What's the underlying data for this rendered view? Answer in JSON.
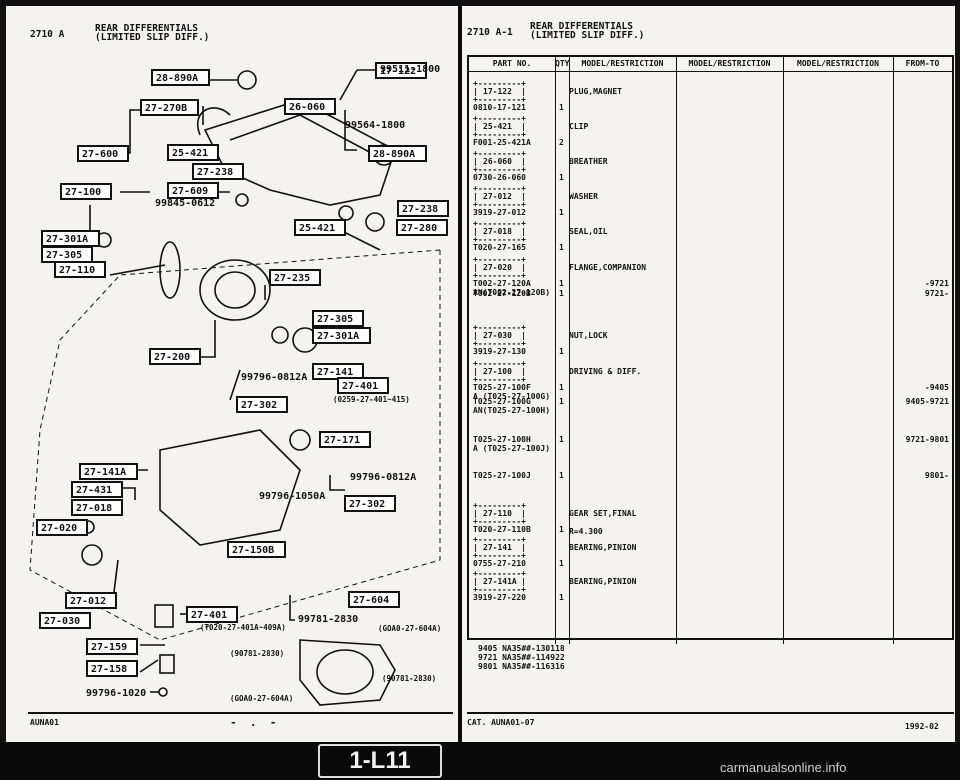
{
  "left_page": {
    "code": "2710 A",
    "title_line1": "REAR DIFFERENTIALS",
    "title_line2": "(LIMITED SLIP DIFF.)",
    "footer_left": "AUNA01",
    "footer_marks": "-  .  -"
  },
  "right_page": {
    "code": "2710 A-1",
    "title_line1": "REAR DIFFERENTIALS",
    "title_line2": "(LIMITED SLIP DIFF.)",
    "footer_cat": "CAT. AUNA01-07",
    "footer_date": "1992-02"
  },
  "diagram": {
    "boxes": [
      "28-890A",
      "17-122",
      "27-270B",
      "26-060",
      "27-600",
      "25-421",
      "27-238",
      "28-890A",
      "27-100",
      "27-609",
      "27-238",
      "25-421",
      "27-280",
      "27-301A",
      "27-305",
      "27-110",
      "27-235",
      "27-305",
      "27-301A",
      "27-200",
      "27-141",
      "27-401",
      "27-302",
      "27-171",
      "27-141A",
      "27-431",
      "27-018",
      "27-020",
      "27-302",
      "27-150B",
      "27-012",
      "27-030",
      "27-401",
      "27-604",
      "27-159",
      "27-158"
    ],
    "texts": [
      "99511-1800",
      "99564-1800",
      "99845-0612",
      "99796-0812A",
      "(0259-27-401~415)",
      "99796-0812A",
      "99796-1050A",
      "99781-2830",
      "(T020-27-401A~409A)",
      "(GOA0-27-604A)",
      "(90781-2830)",
      "(90781-2830)",
      "(GOA0-27-604A)",
      "99796-1020"
    ]
  },
  "table": {
    "headers": [
      "PART NO.",
      "QTY",
      "MODEL/RESTRICTION",
      "MODEL/RESTRICTION",
      "MODEL/RESTRICTION",
      "FROM-TO"
    ],
    "rows": [
      {
        "ref": "17-122",
        "part": "0810-17-121",
        "qty": "1",
        "desc": "PLUG,MAGNET",
        "from": ""
      },
      {
        "ref": "25-421",
        "part": "F001-25-421A",
        "qty": "2",
        "desc": "CLIP",
        "from": ""
      },
      {
        "ref": "26-060",
        "part": "0730-26-060",
        "qty": "1",
        "desc": "BREATHER",
        "from": ""
      },
      {
        "ref": "27-012",
        "part": "3919-27-012",
        "qty": "1",
        "desc": "WASHER",
        "from": ""
      },
      {
        "ref": "27-018",
        "part": "T020-27-165",
        "qty": "1",
        "desc": "SEAL,OIL",
        "from": ""
      },
      {
        "ref": "27-020",
        "part": "T002-27-120A",
        "qty": "1",
        "desc": "FLANGE,COMPANION",
        "from": "-9721",
        "part2": "AN(T002-27-120B)"
      },
      {
        "ref": "",
        "part": "T002-27-120B",
        "qty": "1",
        "desc": "",
        "from": "9721-"
      },
      {
        "ref": "27-030",
        "part": "3919-27-130",
        "qty": "1",
        "desc": "NUT,LOCK",
        "from": ""
      },
      {
        "ref": "27-100",
        "part": "T025-27-100F",
        "qty": "1",
        "desc": "DRIVING & DIFF.",
        "from": "-9405",
        "part2": "A (T025-27-100G)"
      },
      {
        "ref": "",
        "part": "T025-27-100G",
        "qty": "1",
        "desc": "",
        "from": "9405-9721",
        "part2": "AN(T025-27-100H)"
      },
      {
        "ref": "",
        "part": "T025-27-100H",
        "qty": "1",
        "desc": "",
        "from": "9721-9801",
        "part2": "A (T025-27-100J)"
      },
      {
        "ref": "",
        "part": "T025-27-100J",
        "qty": "1",
        "desc": "",
        "from": "9801-"
      },
      {
        "ref": "27-110",
        "part": "T020-27-110B",
        "qty": "1",
        "desc": "GEAR SET,FINAL",
        "desc2": "R=4.300",
        "from": ""
      },
      {
        "ref": "27-141",
        "part": "0755-27-210",
        "qty": "1",
        "desc": "BEARING,PINION",
        "from": ""
      },
      {
        "ref": "27-141A",
        "part": "3919-27-220",
        "qty": "1",
        "desc": "BEARING,PINION",
        "from": ""
      }
    ],
    "footnotes": [
      "9405 NA35##-130118",
      "9721 NA35##-114922",
      "9801 NA35##-116316"
    ]
  },
  "bottom": {
    "badge": "1-L11",
    "watermark": "carmanualsonline.info"
  }
}
